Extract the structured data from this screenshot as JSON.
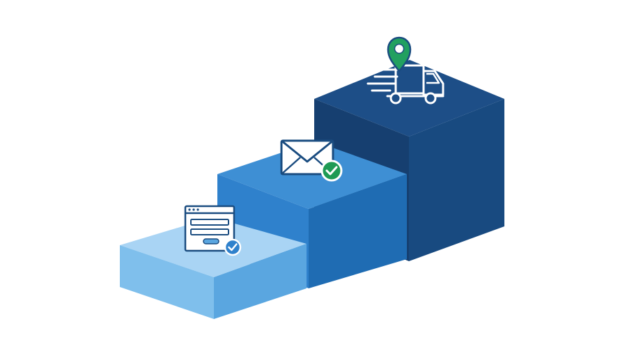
{
  "diagram": {
    "type": "isometric-staircase",
    "steps": [
      {
        "stage": 1,
        "icon": "web-form-check-icon",
        "colors": {
          "top": "#A9D4F4",
          "front": "#7FBFEC",
          "side": "#5AA6E0"
        }
      },
      {
        "stage": 2,
        "icon": "email-check-icon",
        "colors": {
          "top": "#3E8FD4",
          "front": "#2F81CC",
          "side": "#1F6CB3"
        }
      },
      {
        "stage": 3,
        "icon": "delivery-truck-location-icon",
        "colors": {
          "top": "#1D4E87",
          "front": "#163F70",
          "side": "#184A80"
        }
      }
    ],
    "accent_colors": {
      "check": "#1E9A54",
      "pin": "#22A060",
      "icon_stroke": "#1A4C80",
      "icon_fill": "#FFFFFF"
    }
  }
}
